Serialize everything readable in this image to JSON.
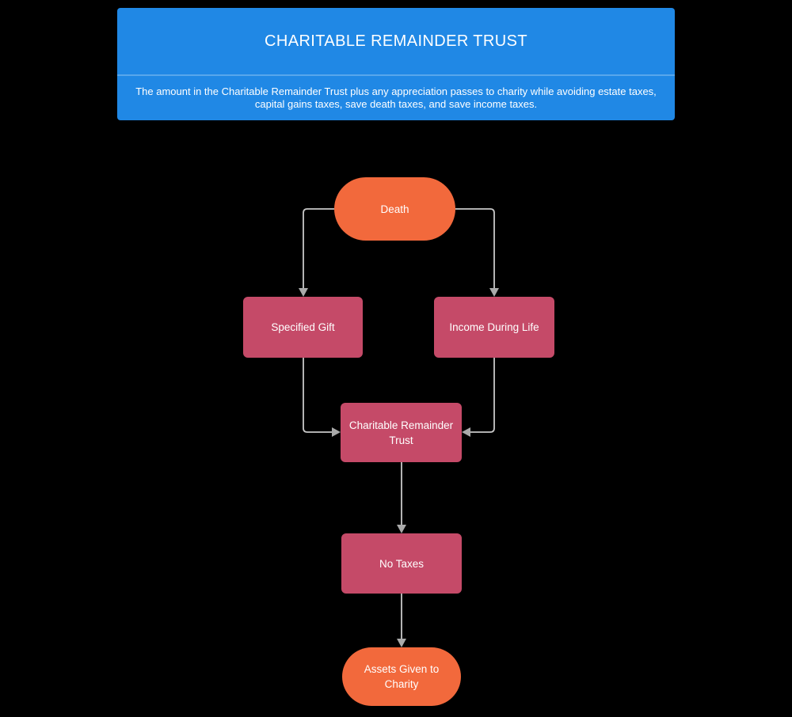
{
  "header": {
    "title": "CHARITABLE REMAINDER TRUST",
    "subtitle": "The amount in the Charitable Remainder Trust plus any appreciation passes to charity while avoiding estate taxes, capital gains taxes, save death taxes, and save income taxes."
  },
  "nodes": {
    "death": {
      "label": "Death",
      "shape": "pill",
      "color": "#f2693c"
    },
    "specified_gift": {
      "label": "Specified Gift",
      "shape": "rect",
      "color": "#c54a68"
    },
    "income_during_life": {
      "label": "Income During Life",
      "shape": "rect",
      "color": "#c54a68"
    },
    "charitable_remainder_trust": {
      "label": "Charitable Remainder Trust",
      "shape": "rect",
      "color": "#c54a68"
    },
    "no_taxes": {
      "label": "No Taxes",
      "shape": "rect",
      "color": "#c54a68"
    },
    "assets_given_to_charity": {
      "label": "Assets Given to Charity",
      "shape": "pill",
      "color": "#f2693c"
    }
  },
  "edges": [
    {
      "from": "death",
      "to": "specified_gift"
    },
    {
      "from": "death",
      "to": "income_during_life"
    },
    {
      "from": "specified_gift",
      "to": "charitable_remainder_trust"
    },
    {
      "from": "income_during_life",
      "to": "charitable_remainder_trust"
    },
    {
      "from": "charitable_remainder_trust",
      "to": "no_taxes"
    },
    {
      "from": "no_taxes",
      "to": "assets_given_to_charity"
    }
  ],
  "colors": {
    "background": "#000000",
    "header_blue": "#2088e5",
    "header_divider": "#58a7ec",
    "node_orange": "#f2693c",
    "node_rose": "#c54a68",
    "connector_line": "#c8c8c8",
    "arrowhead": "#aaaaaa",
    "text": "#ffffff"
  }
}
